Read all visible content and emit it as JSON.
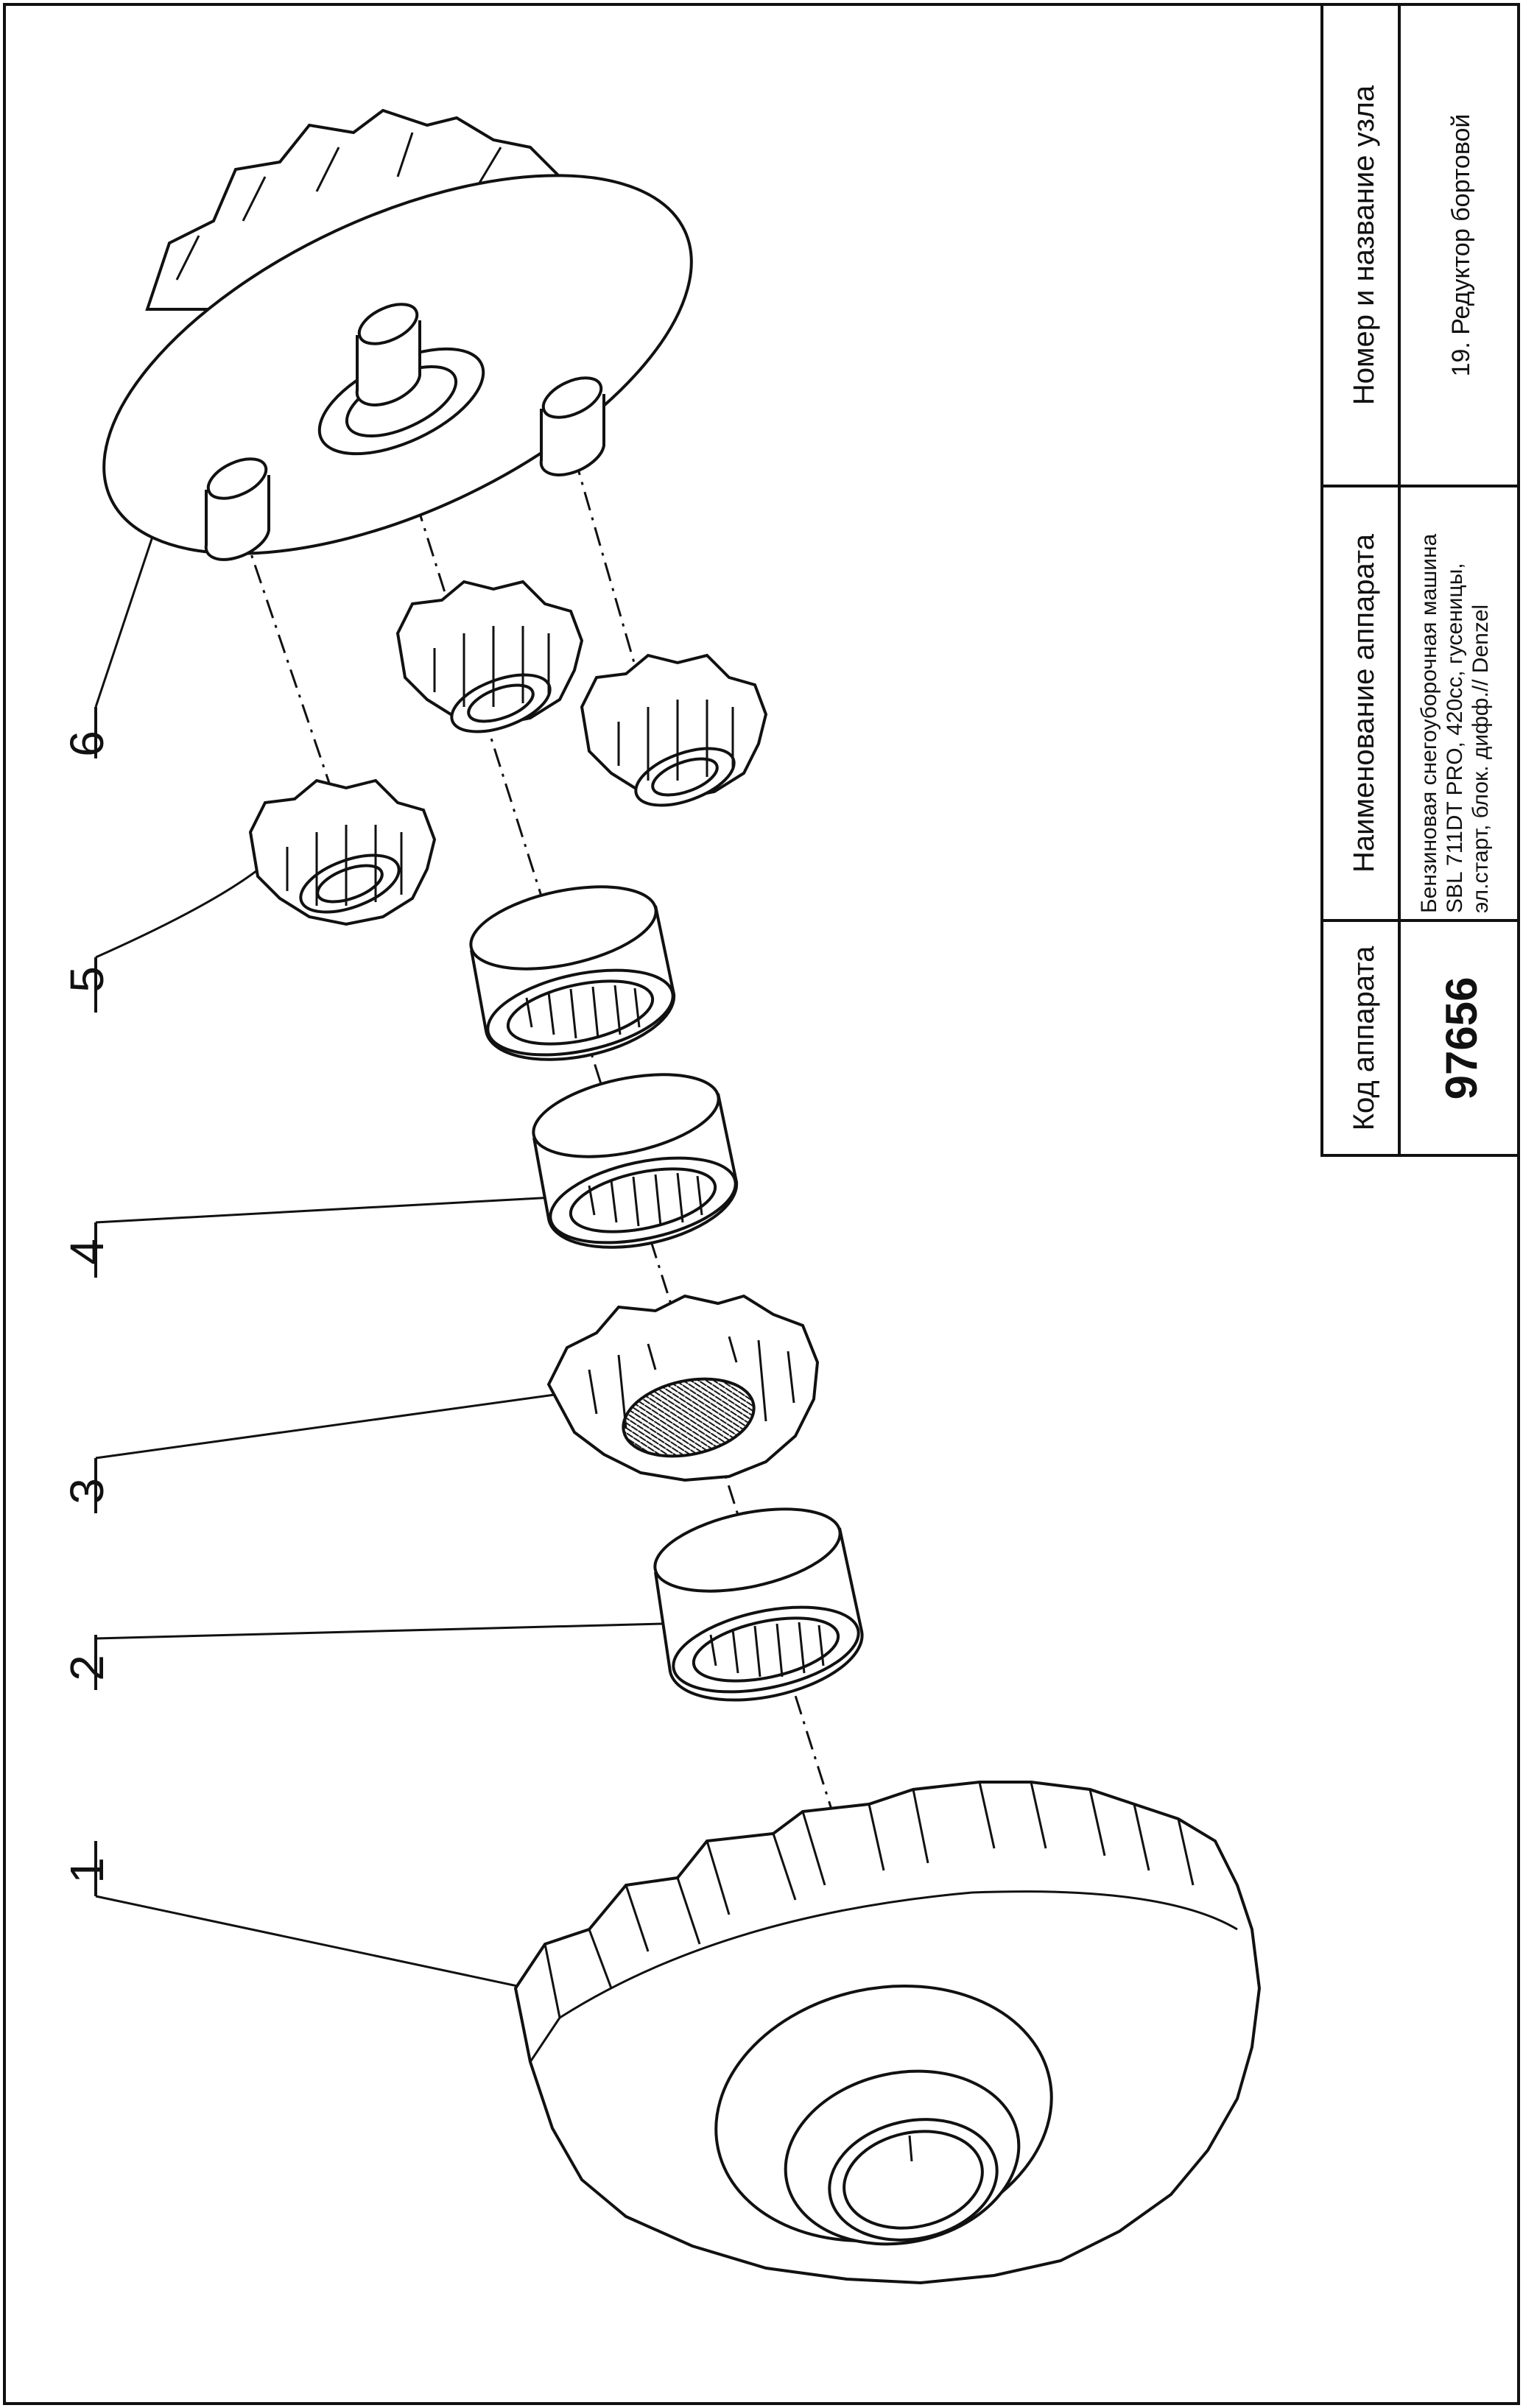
{
  "title_block": {
    "code_header": "Код аппарата",
    "code_value": "97656",
    "name_header": "Наименование аппарата",
    "name_lines": [
      "Бензиновая снегоуборочная машина",
      "SBL 711DT PRO, 420cc, гусеницы,",
      "эл.старт, блок. дифф.// Denzel"
    ],
    "unit_header": "Номер и название узла",
    "unit_value": "19. Редуктор бортовой"
  },
  "callouts": [
    "1",
    "2",
    "3",
    "4",
    "5",
    "6"
  ]
}
